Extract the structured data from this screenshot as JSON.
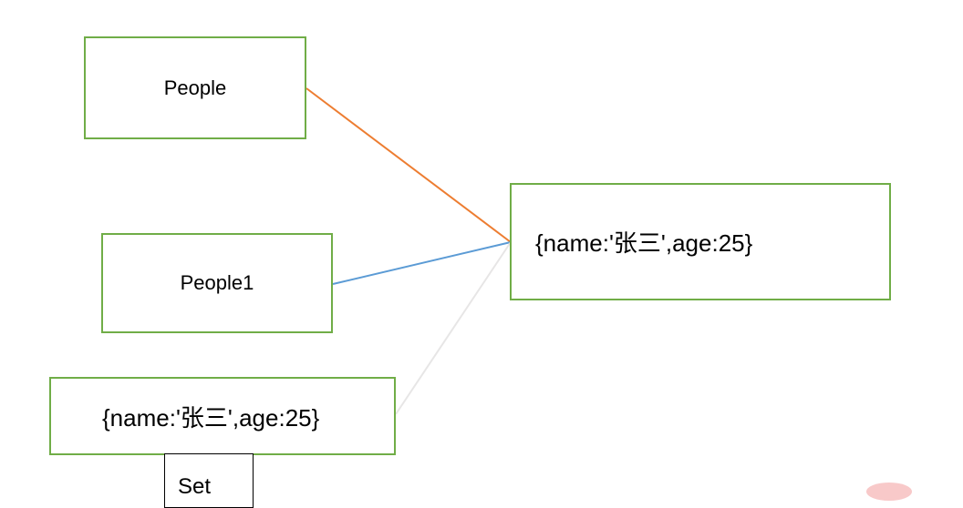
{
  "diagram": {
    "nodes": {
      "people": {
        "label": "People"
      },
      "people1": {
        "label": "People1"
      },
      "object_right": {
        "label": "{name:'张三',age:25}"
      },
      "object_left": {
        "label": "{name:'张三',age:25}"
      },
      "set": {
        "label": "Set"
      }
    },
    "edges": [
      {
        "from": "people",
        "to": "object_right",
        "color": "#ed7d31"
      },
      {
        "from": "people1",
        "to": "object_right",
        "color": "#5b9bd5"
      },
      {
        "from": "object_left",
        "to": "object_right",
        "color": "#e7e6e6"
      }
    ],
    "colors": {
      "node_border": "#70ad47",
      "set_border": "#000000"
    }
  }
}
